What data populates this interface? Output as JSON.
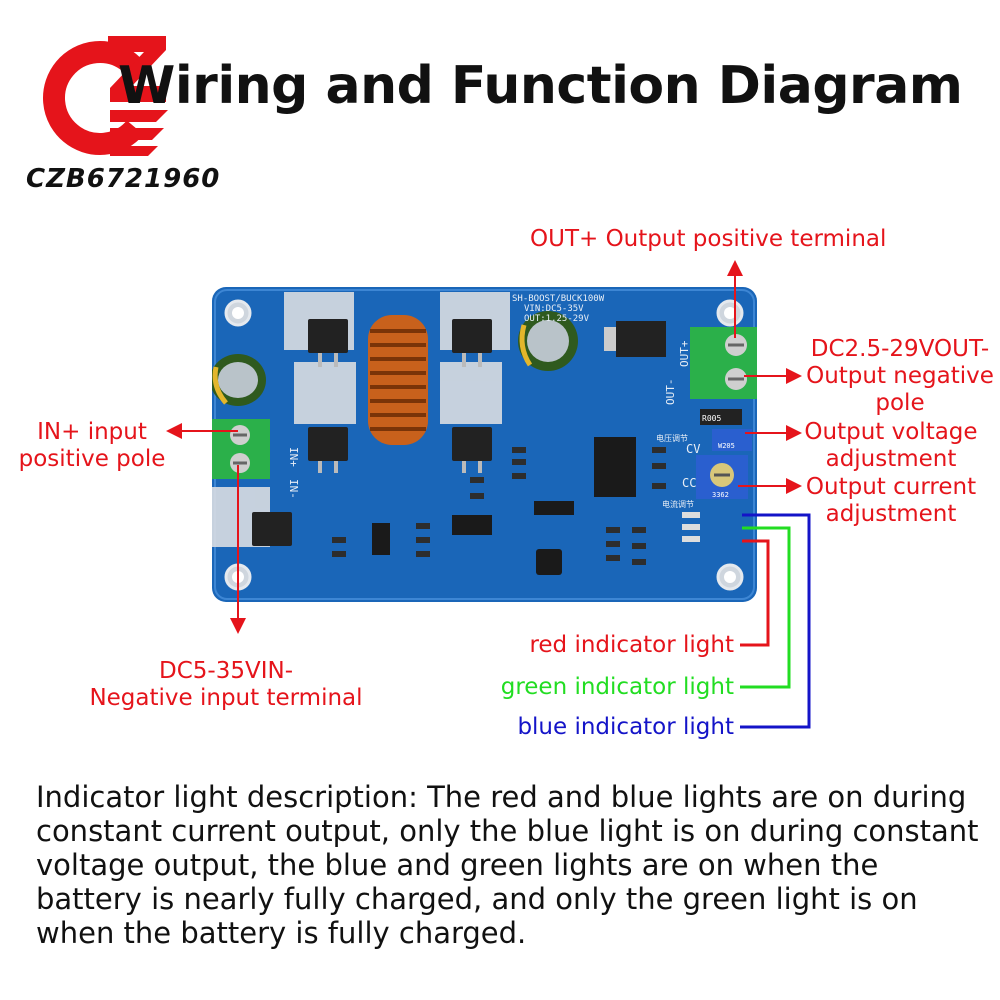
{
  "title": "Wiring and Function Diagram",
  "logo": {
    "text": "CZB6721960"
  },
  "board": {
    "silkscreen_model": "SH-BOOST/BUCK100W",
    "silkscreen_vin": "VIN:DC5-35V",
    "silkscreen_out": "OUT:1.25-29V",
    "silkscreen_out_plus": "OUT+",
    "silkscreen_out_minus": "OUT-",
    "silkscreen_in_plus": "IN+",
    "silkscreen_in_minus": "IN-",
    "silkscreen_cv": "CV",
    "silkscreen_cc": "CC",
    "silkscreen_r005": "R005",
    "silkscreen_voltage_adj": "电压调节",
    "silkscreen_current_adj": "电流调节",
    "silkscreen_pot1": "W205",
    "silkscreen_pot2": "3362"
  },
  "labels": {
    "out_plus": "OUT+ Output positive terminal",
    "out_minus_line1": "DC2.5-29VOUT-",
    "out_minus_line2": "Output negative",
    "out_minus_line3": "pole",
    "in_plus_line1": "IN+ input",
    "in_plus_line2": "positive pole",
    "voltage_adj_line1": "Output voltage",
    "voltage_adj_line2": "adjustment",
    "current_adj_line1": "Output current",
    "current_adj_line2": "adjustment",
    "in_minus_line1": "DC5-35VIN-",
    "in_minus_line2": "Negative input terminal"
  },
  "indicators": {
    "red": {
      "label": "red indicator light",
      "color": "#e5141b"
    },
    "green": {
      "label": "green indicator light",
      "color": "#22dd22"
    },
    "blue": {
      "label": "blue indicator light",
      "color": "#1414c8"
    }
  },
  "description": "Indicator light description: The red and blue lights are on during constant current output, only the blue light is on during constant voltage output, the blue and green lights are on when the battery is nearly fully charged, and only the green light is on when the battery is fully charged.",
  "colors": {
    "arrow": "#e5141b",
    "pcb": "#1a66b8",
    "terminal": "#2bb04a"
  },
  "icons": [
    "brand-logo-icon",
    "arrow-icon"
  ]
}
